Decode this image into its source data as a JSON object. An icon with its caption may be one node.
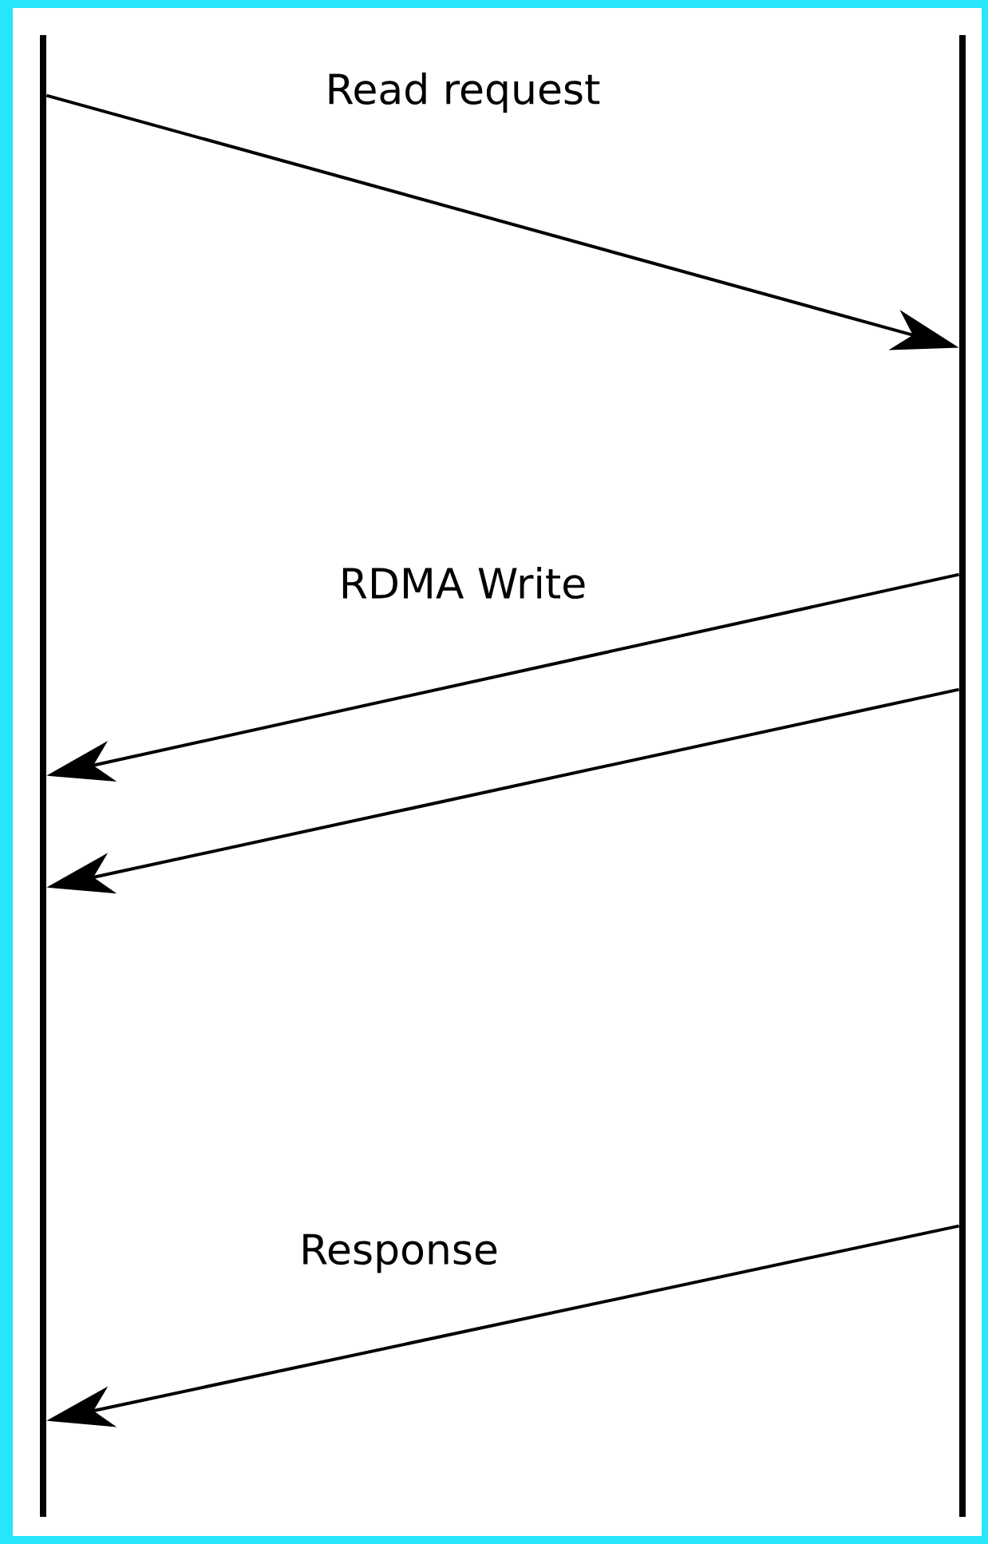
{
  "diagram": {
    "nodes": [
      {
        "text": [],
        "shape": "bar"
      },
      {
        "text": [],
        "shape": "bar"
      }
    ],
    "edges": [
      {
        "from": 0,
        "to": 1,
        "arrow": "to",
        "label": "Read request"
      },
      {
        "from": 1,
        "to": 0,
        "arrow": "to",
        "label": "RDMA Write"
      },
      {
        "from": 1,
        "to": 0,
        "arrow": "to"
      },
      {
        "from": 1,
        "to": 0,
        "arrow": "to",
        "label": "Response"
      }
    ]
  }
}
